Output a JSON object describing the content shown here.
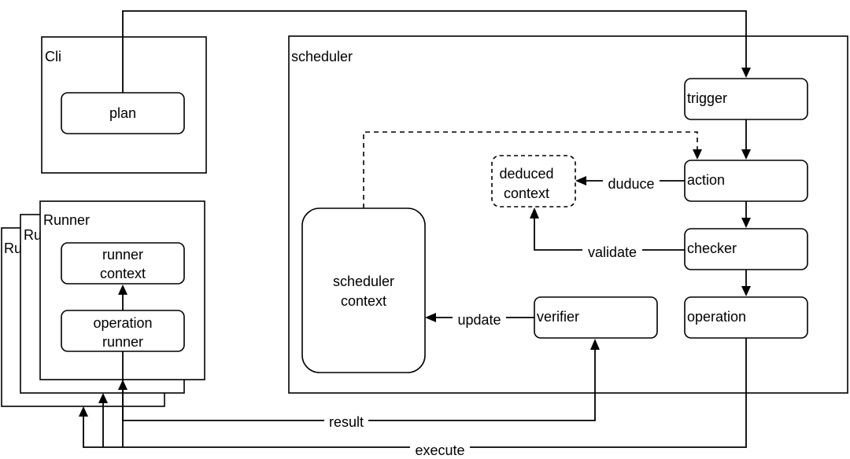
{
  "cli": {
    "title": "Cli",
    "plan": "plan"
  },
  "runner": {
    "title": "Runner",
    "stack_titles": [
      "Ru",
      "Ru"
    ],
    "context": [
      "runner",
      "context"
    ],
    "operation_runner": [
      "operation",
      "runner"
    ]
  },
  "scheduler": {
    "title": "scheduler",
    "context": [
      "scheduler",
      "context"
    ],
    "trigger": "trigger",
    "action": "action",
    "checker": "checker",
    "operation": "operation",
    "verifier": "verifier",
    "deduced_context": [
      "deduced",
      "context"
    ]
  },
  "edges": {
    "deduce": "duduce",
    "validate": "validate",
    "update": "update",
    "result": "result",
    "execute": "execute"
  }
}
